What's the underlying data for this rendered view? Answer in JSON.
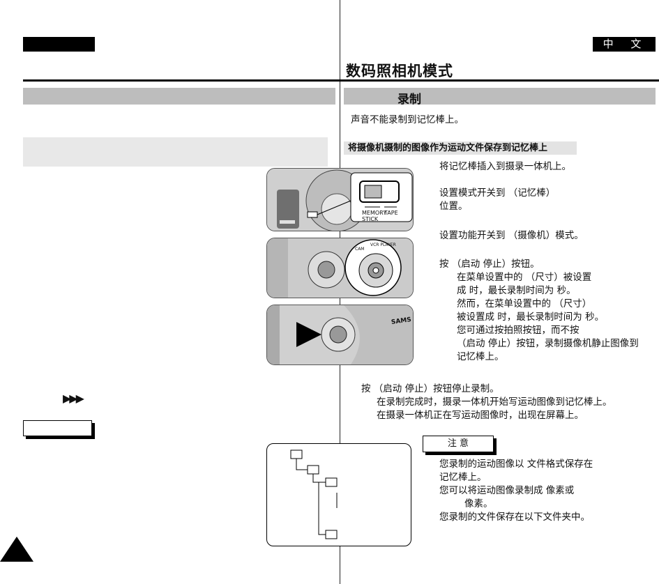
{
  "page": {
    "language_tab": "中 文",
    "main_title": "数码照相机模式",
    "section_title": "录制",
    "intro_line": "声音不能录制到记忆棒上。",
    "sub_heading": "将摄像机摄制的图像作为运动文件保存到记忆棒上"
  },
  "switch_labels": {
    "memory_stick": "MEMORY\nSTICK",
    "tape": "TAPE"
  },
  "dial_labels": {
    "cam": "CAM",
    "player": "VCR PLAYER",
    "brand": "SAMS"
  },
  "steps": [
    {
      "lines": [
        "将记忆棒插入到摄录一体机上。"
      ]
    },
    {
      "lines": [
        "设置模式开关到 （记忆棒）",
        "位置。"
      ]
    },
    {
      "lines": [
        "设置功能开关到 （摄像机）模式。"
      ]
    },
    {
      "lines": [
        "按 （启动 停止）按钮。",
        "在菜单设置中的 （尺寸）被设置",
        "成 时，最长录制时间为 秒。",
        "然而，在菜单设置中的 （尺寸）",
        "被设置成 时，最长录制时间为 秒。",
        "您可通过按拍照按钮，而不按",
        "（启动 停止）按钮，录制摄像机静止图像到",
        "记忆棒上。"
      ]
    }
  ],
  "stop_step": {
    "lines": [
      "按 （启动 停止）按钮停止录制。",
      "在录制完成时，摄录一体机开始写运动图像到记忆棒上。",
      "在摄录一体机正在写运动图像时，出现在屏幕上。"
    ]
  },
  "note": {
    "label": "注 意",
    "lines": [
      "您录制的运动图像以 文件格式保存在",
      "记忆棒上。",
      "您可以将运动图像录制成 像素或",
      "像素。",
      "您录制的文件保存在以下文件夹中。"
    ]
  },
  "left_arrow_icon": "triple-right-arrow",
  "corner_icon": "page-corner-triangle"
}
